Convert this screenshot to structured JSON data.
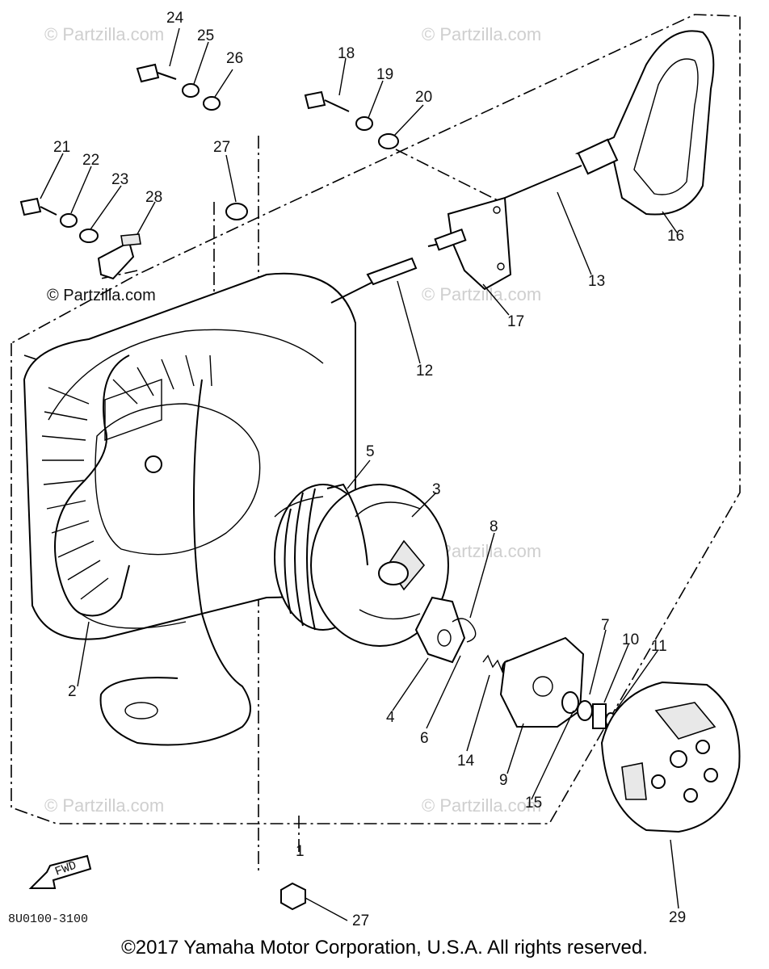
{
  "diagram": {
    "part_labels": [
      "24",
      "25",
      "26",
      "18",
      "19",
      "20",
      "27",
      "21",
      "22",
      "23",
      "28",
      "16",
      "13",
      "17",
      "12",
      "5",
      "3",
      "8",
      "7",
      "10",
      "11",
      "2",
      "4",
      "6",
      "14",
      "9",
      "15",
      "29",
      "27",
      "1"
    ],
    "diagram_code": "8U0100-3100",
    "direction_mark": "FWD",
    "watermark_dark": "© Partzilla.com",
    "watermark_light": "© Partzilla.com"
  },
  "footer": {
    "copyright": "©2017 Yamaha Motor Corporation, U.S.A. All rights reserved."
  }
}
